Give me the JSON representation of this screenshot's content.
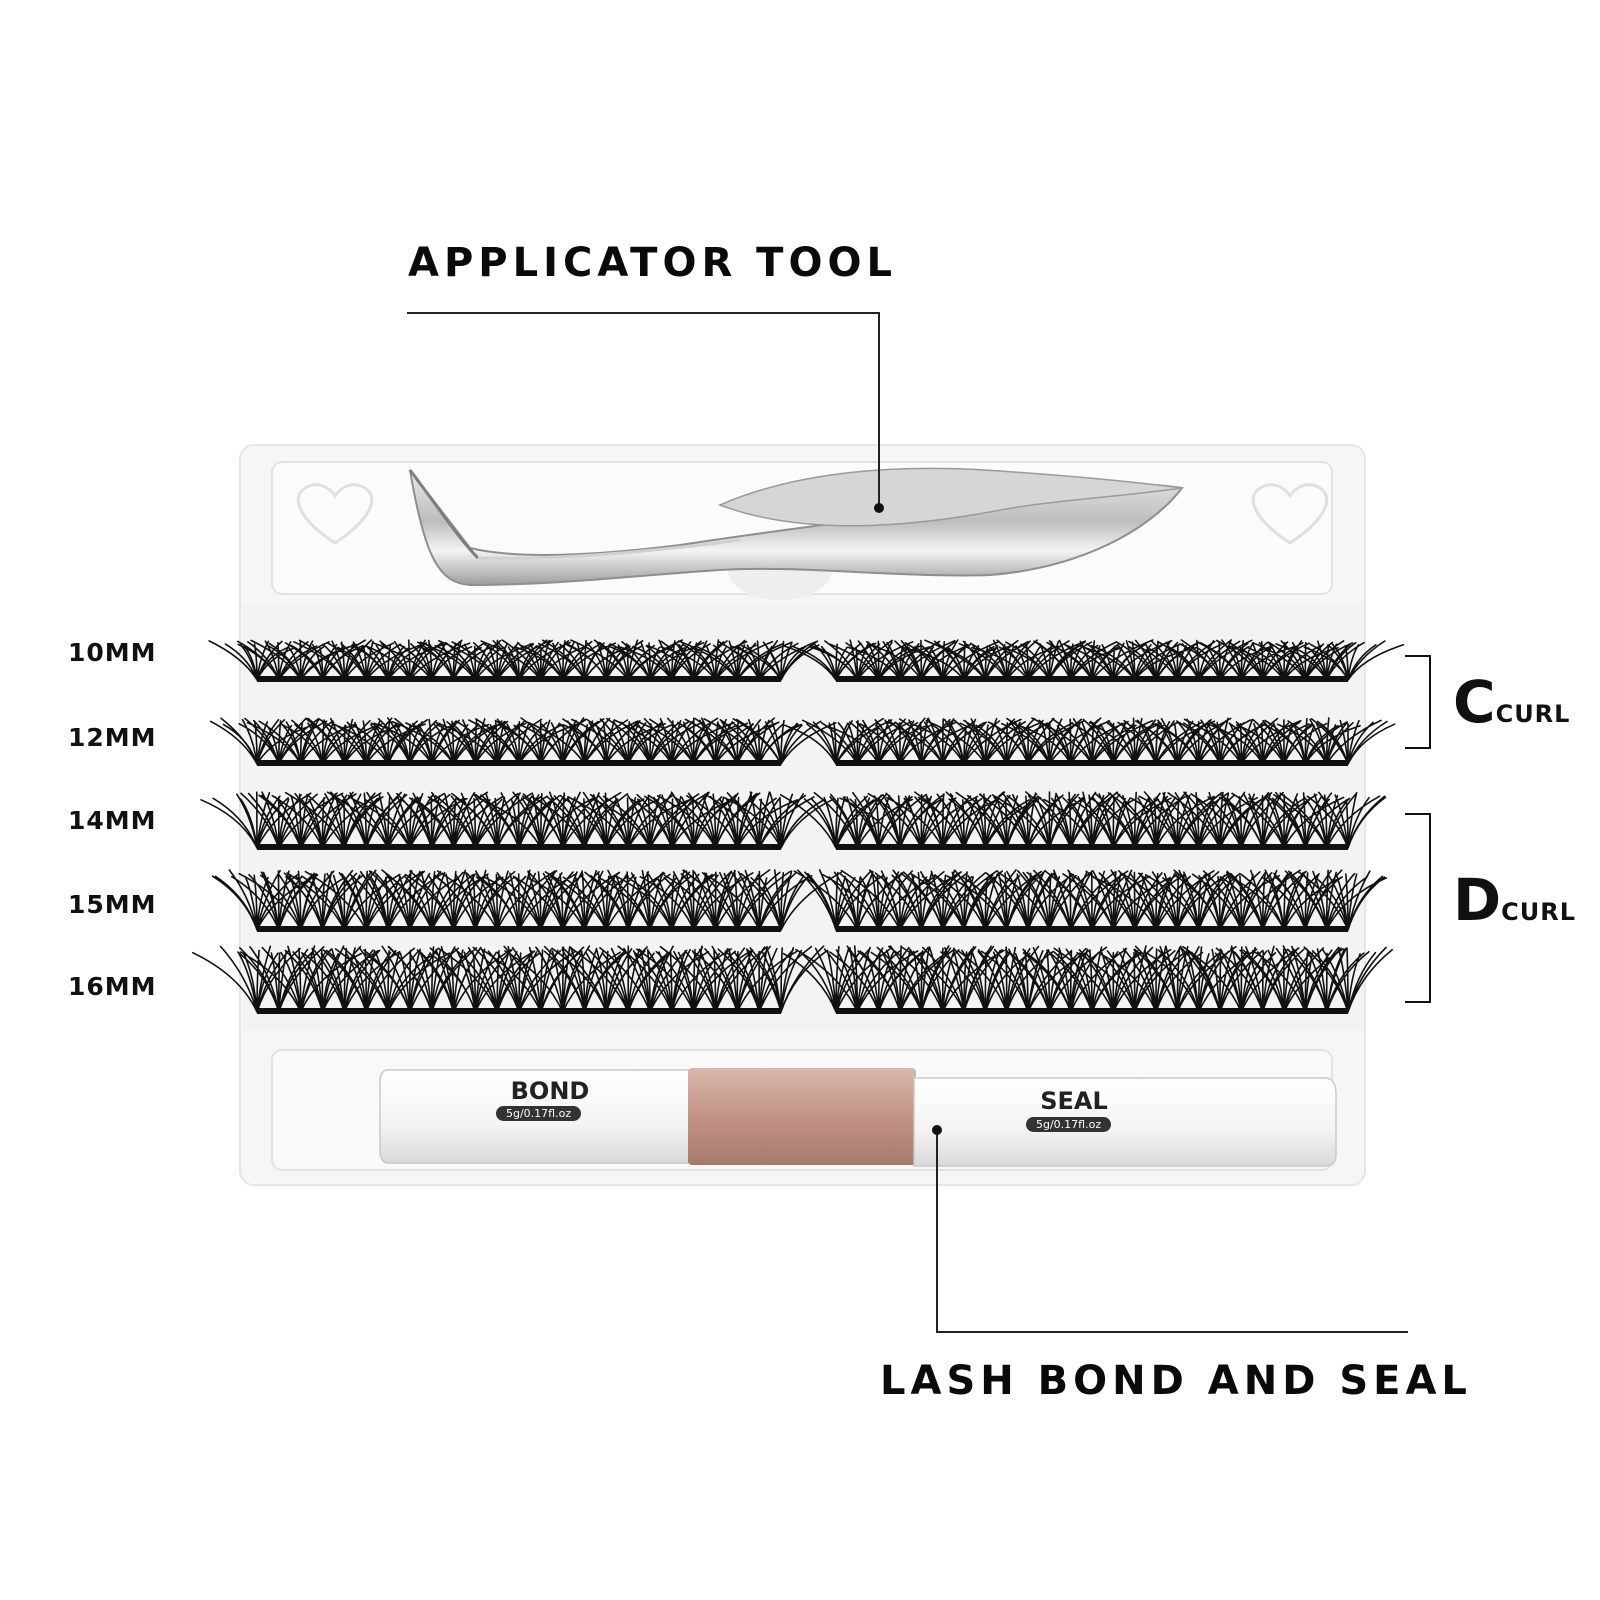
{
  "callouts": {
    "applicator": "APPLICATOR TOOL",
    "bond_seal": "LASH BOND AND SEAL"
  },
  "lengths": [
    "10MM",
    "12MM",
    "14MM",
    "15MM",
    "16MM"
  ],
  "curls": {
    "c": {
      "letter": "C",
      "word": "CURL"
    },
    "d": {
      "letter": "D",
      "word": "CURL"
    }
  },
  "pen": {
    "bond_title": "BOND",
    "bond_size": "5g/0.17fl.oz",
    "seal_title": "SEAL",
    "seal_size": "5g/0.17fl.oz"
  },
  "colors": {
    "tray": "#f7f7f7",
    "lash": "#111111",
    "pen_band": "#c8a091"
  }
}
